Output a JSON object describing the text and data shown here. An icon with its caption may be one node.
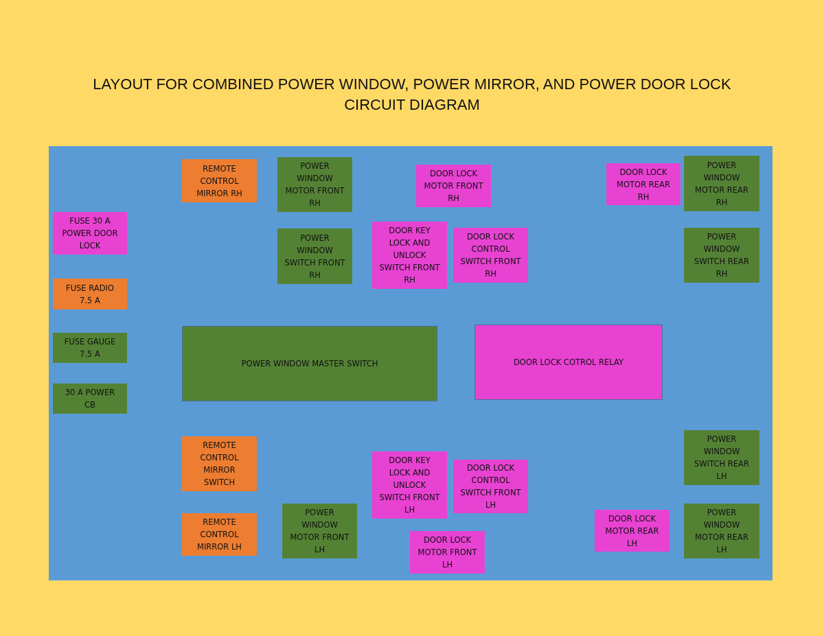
{
  "diagram": {
    "title": "LAYOUT FOR COMBINED POWER WINDOW, POWER MIRROR, AND POWER DOOR LOCK CIRCUIT DIAGRAM",
    "nodes": [
      {
        "text": [],
        "shape": "box"
      },
      {
        "text": [
          "REMOTE CONTROL MIRROR RH"
        ],
        "in": 0
      },
      {
        "text": [
          "POWER WINDOW MOTOR FRONT RH"
        ],
        "in": 0
      },
      {
        "text": [
          "DOOR LOCK MOTOR FRONT RH"
        ],
        "in": 0
      },
      {
        "text": [
          "DOOR LOCK MOTOR REAR RH"
        ],
        "in": 0
      },
      {
        "text": [
          "POWER WINDOW MOTOR REAR RH"
        ],
        "in": 0
      },
      {
        "text": [
          "FUSE 30 A POWER DOOR LOCK"
        ],
        "in": 0
      },
      {
        "text": [
          "POWER WINDOW SWITCH FRONT RH"
        ],
        "in": 0
      },
      {
        "text": [
          "DOOR KEY LOCK AND UNLOCK SWITCH FRONT RH"
        ],
        "in": 0
      },
      {
        "text": [
          "DOOR LOCK CONTROL SWITCH FRONT RH"
        ],
        "in": 0
      },
      {
        "text": [
          "POWER WINDOW SWITCH REAR RH"
        ],
        "in": 0
      },
      {
        "text": [
          "FUSE RADIO 7.5 A"
        ],
        "in": 0
      },
      {
        "text": [
          "FUSE GAUGE 7.5 A"
        ],
        "in": 0
      },
      {
        "text": [
          "POWER WINDOW MASTER SWITCH"
        ],
        "in": 0
      },
      {
        "text": [
          "DOOR LOCK COTROL RELAY"
        ],
        "in": 0
      },
      {
        "text": [
          "30 A POWER CB"
        ],
        "in": 0
      },
      {
        "text": [
          "REMOTE CONTROL MIRROR SWITCH"
        ],
        "in": 0
      },
      {
        "text": [
          "POWER WINDOW SWITCH REAR LH"
        ],
        "in": 0
      },
      {
        "text": [
          "DOOR KEY LOCK AND UNLOCK SWITCH FRONT LH"
        ],
        "in": 0
      },
      {
        "text": [
          "DOOR LOCK CONTROL SWITCH FRONT LH"
        ],
        "in": 0
      },
      {
        "text": [
          "REMOTE CONTROL MIRROR LH"
        ],
        "in": 0
      },
      {
        "text": [
          "POWER WINDOW MOTOR FRONT LH"
        ],
        "in": 0
      },
      {
        "text": [
          "DOOR LOCK MOTOR REAR LH"
        ],
        "in": 0
      },
      {
        "text": [
          "POWER WINDOW MOTOR REAR LH"
        ],
        "in": 0
      },
      {
        "text": [
          "DOOR LOCK MOTOR FRONT LH"
        ],
        "in": 0
      }
    ]
  }
}
